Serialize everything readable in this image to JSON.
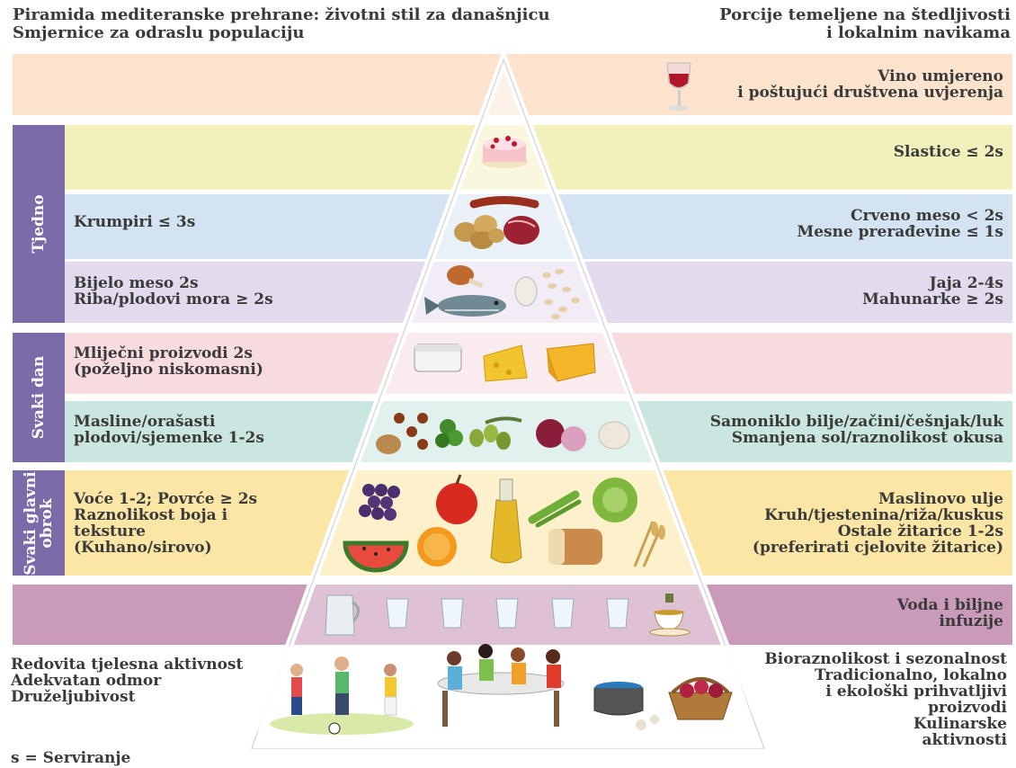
{
  "header": {
    "title_line1": "Piramida mediteranske prehrane: životni stil za današnjicu",
    "title_line2": "Smjernice za odraslu populaciju",
    "right_line1": "Porcije temeljene na štedljivosti",
    "right_line2": "i lokalnim navikama"
  },
  "groups": {
    "weekly": "Tjedno",
    "daily": "Svaki dan",
    "meal_line1": "Svaki glavni",
    "meal_line2": "obrok"
  },
  "tiers": {
    "wine": {
      "right_line1": "Vino umjereno",
      "right_line2": "i poštujući društvena uvjerenja"
    },
    "sweets": {
      "right": "Slastice ≤ 2s"
    },
    "meat": {
      "left": "Krumpiri ≤ 3s",
      "right_line1": "Crveno meso < 2s",
      "right_line2": "Mesne prerađevine ≤ 1s"
    },
    "protein": {
      "left_line1": "Bijelo meso 2s",
      "left_line2": "Riba/plodovi mora ≥ 2s",
      "right_line1": "Jaja 2-4s",
      "right_line2": "Mahunarke ≥ 2s"
    },
    "dairy": {
      "left_line1": "Mliječni proizvodi 2s",
      "left_line2": "(poželjno niskomasni)"
    },
    "olives": {
      "left_line1": "Masline/orašasti",
      "left_line2": "plodovi/sjemenke 1-2s",
      "right_line1": "Samoniklo bilje/začini/češnjak/luk",
      "right_line2": "Smanjena sol/raznolikost okusa"
    },
    "meal": {
      "left_line1": "Voće 1-2; Povrće ≥ 2s",
      "left_line2": "Raznolikost boja i",
      "left_line3": "teksture",
      "left_line4": "(Kuhano/sirovo)",
      "right_line1": "Maslinovo ulje",
      "right_line2": "Kruh/tjestenina/riža/kuskus",
      "right_line3": "Ostale žitarice 1-2s",
      "right_line4": "(preferirati cjelovite žitarice)"
    },
    "water": {
      "right_line1": "Voda i biljne",
      "right_line2": "infuzije"
    }
  },
  "base": {
    "left_line1": "Redovita tjelesna aktivnost",
    "left_line2": "Adekvatan odmor",
    "left_line3": "Druželjubivost",
    "right_line1": "Bioraznolikost i sezonalnost",
    "right_line2": "Tradicionalno, lokalno",
    "right_line3": "i ekološki prihvatljivi",
    "right_line4": "proizvodi",
    "right_line5": "Kulinarske",
    "right_line6": "aktivnosti"
  },
  "footnote": "s = Serviranje",
  "colors": {
    "wine": "#fbe3cd",
    "sweets": "#f2f0bb",
    "meat": "#d4e3f1",
    "protein": "#e4daee",
    "dairy": "#f6dbdf",
    "olives": "#c9e6e1",
    "meal": "#fbe6a6",
    "water": "#c99ab9",
    "side": "#7b6ba8",
    "text": "#3a3a3a"
  },
  "icons": [
    "wine-glass-icon",
    "cake-icon",
    "sausage-icon",
    "potatoes-icon",
    "steak-icon",
    "chicken-leg-icon",
    "fish-icon",
    "egg-icon",
    "beans-icon",
    "yogurt-icon",
    "cheese-icon",
    "hazelnuts-icon",
    "parsley-icon",
    "olives-icon",
    "onion-icon",
    "garlic-icon",
    "grapes-icon",
    "apple-icon",
    "olive-oil-bottle-icon",
    "celery-icon",
    "cabbage-icon",
    "watermelon-icon",
    "orange-icon",
    "bread-icon",
    "wheat-icon",
    "water-jug-icon",
    "water-glass-icon",
    "tea-cup-icon",
    "people-playing-football-icon",
    "family-dinner-icon",
    "cooking-pot-icon",
    "vegetable-basket-icon"
  ]
}
